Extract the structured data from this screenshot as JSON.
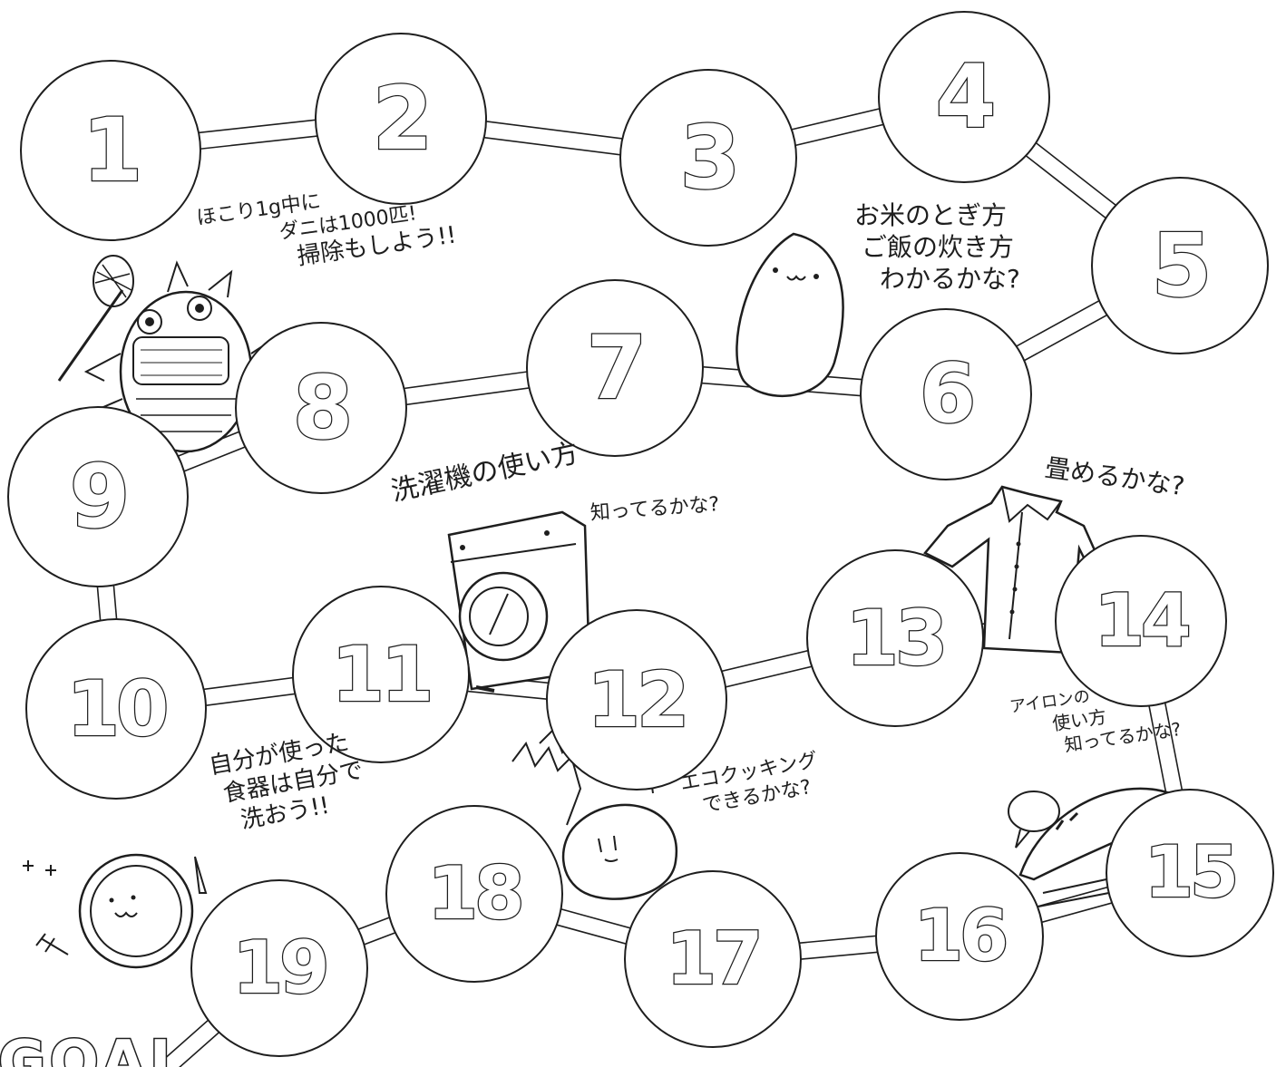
{
  "squares": [
    "1",
    "2",
    "3",
    "4",
    "5",
    "6",
    "7",
    "8",
    "9",
    "10",
    "11",
    "12",
    "13",
    "14",
    "15",
    "16",
    "17",
    "18",
    "19"
  ],
  "notes": {
    "mite": [
      "ほこり1g中に",
      "ダニは1000匹!",
      "掃除もしよう!!"
    ],
    "rice": [
      "お米のとぎ方",
      "ご飯の炊き方",
      "わかるかな?"
    ],
    "washer_title": "洗濯機の使い方",
    "washer_sub": "知ってるかな?",
    "shirt": "畳めるかな?",
    "iron": [
      "アイロンの",
      "使い方",
      "知ってるかな?"
    ],
    "eco": [
      "エコクッキング",
      "できるかな?"
    ],
    "dishes": [
      "自分が使った",
      "食器は自分で",
      "洗おう!!"
    ]
  },
  "goal_label": "GOAL",
  "colors": {
    "ink": "#1e1e1e",
    "paper": "#ffffff"
  },
  "illustrations": [
    "mite-icon",
    "rice-grain-icon",
    "washing-machine-icon",
    "shirt-icon",
    "iron-icon",
    "radish-icon",
    "plate-icon"
  ]
}
